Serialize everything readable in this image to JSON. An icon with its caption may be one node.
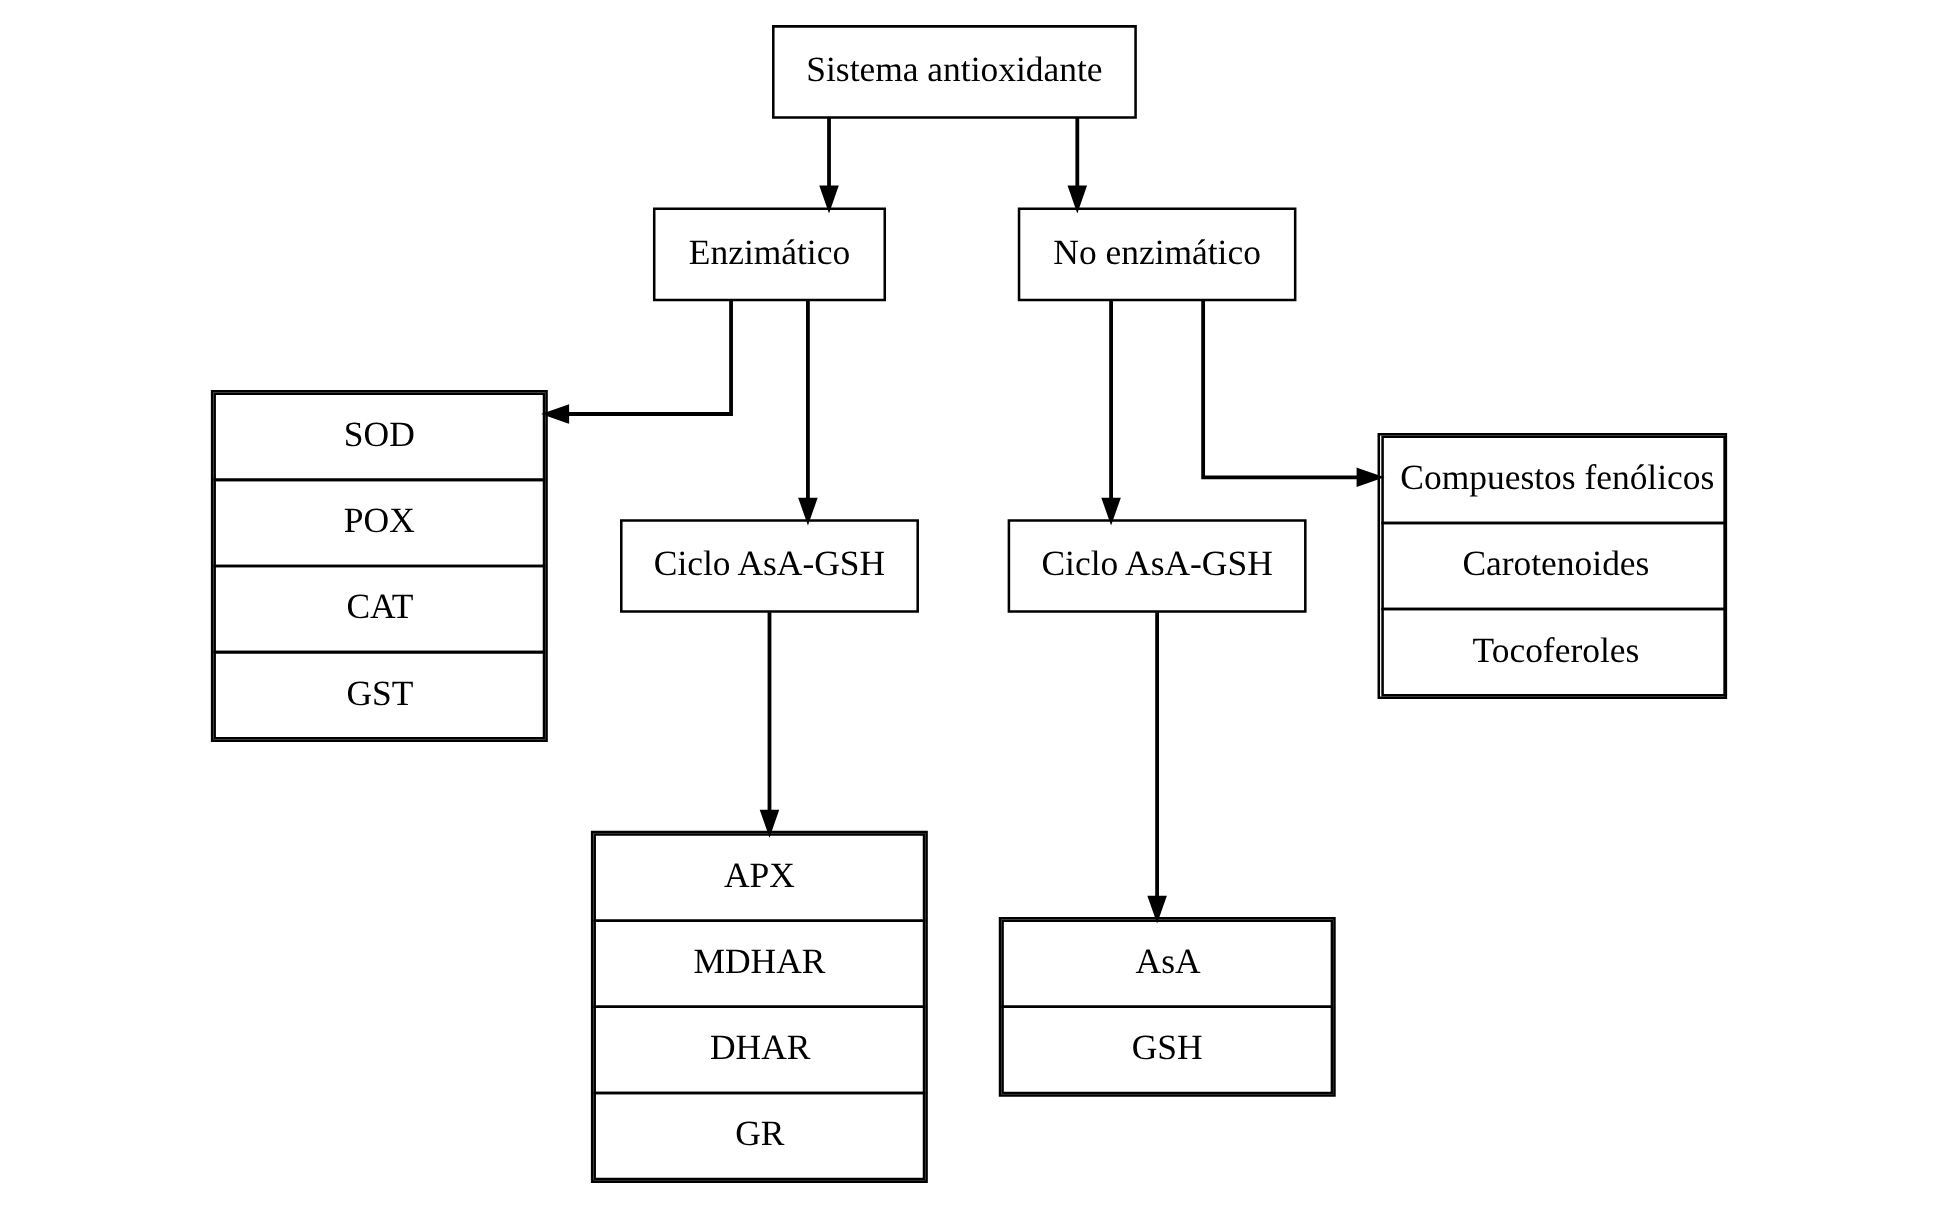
{
  "diagram": {
    "nodes": [
      {
        "text": [
          "Sistema antioxidante"
        ]
      },
      {
        "text": [
          "Enzimático"
        ]
      },
      {
        "text": [
          "No enzimático"
        ]
      },
      {
        "text": [
          "SOD",
          "POX",
          "CAT",
          "GST"
        ]
      },
      {
        "text": [
          "Ciclo AsA-GSH"
        ]
      },
      {
        "text": [
          "APX",
          "MDHAR",
          "DHAR",
          "GR"
        ]
      },
      {
        "text": [
          "Ciclo AsA-GSH"
        ]
      },
      {
        "text": [
          "AsA",
          "GSH"
        ]
      },
      {
        "text": [
          "Compuestos fenólicos",
          "Carotenoides",
          "Tocoferoles"
        ]
      }
    ],
    "edges": [
      {
        "from": 0,
        "to": 1,
        "arrow": "to"
      },
      {
        "from": 0,
        "to": 2,
        "arrow": "to"
      },
      {
        "from": 1,
        "to": 3,
        "arrow": "to"
      },
      {
        "from": 1,
        "to": 4,
        "arrow": "to"
      },
      {
        "from": 4,
        "to": 5,
        "arrow": "to"
      },
      {
        "from": 2,
        "to": 6,
        "arrow": "to"
      },
      {
        "from": 2,
        "to": 8,
        "arrow": "to"
      },
      {
        "from": 6,
        "to": 7,
        "arrow": "to"
      }
    ]
  }
}
